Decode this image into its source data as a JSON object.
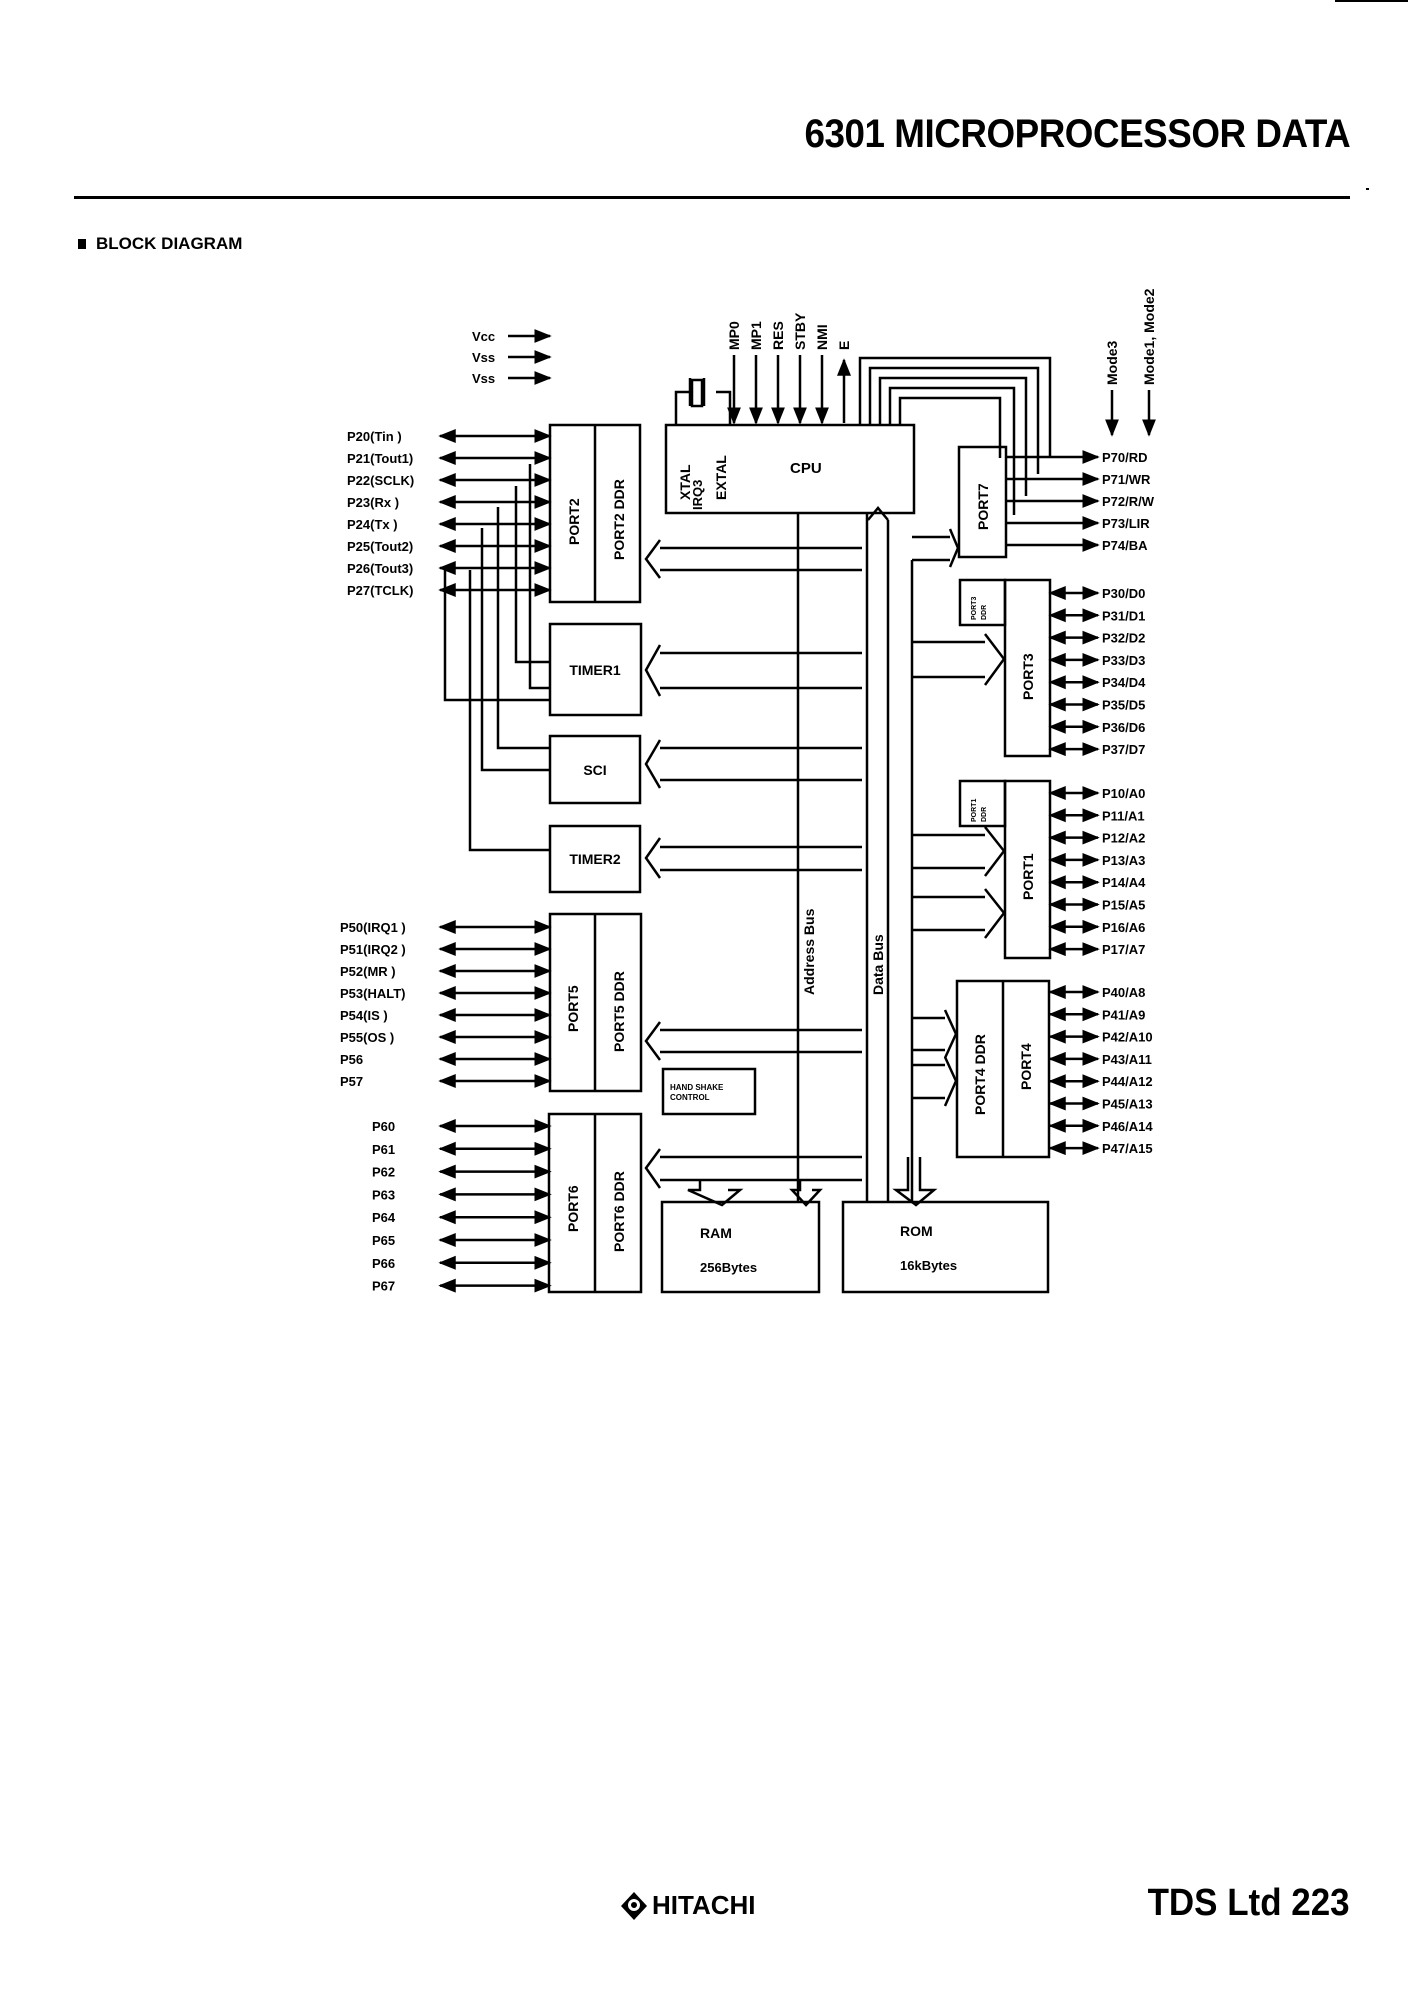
{
  "page": {
    "title": "6301 MICROPROCESSOR DATA",
    "section_heading": "BLOCK DIAGRAM",
    "footer_brand": "HITACHI",
    "footer_page": "TDS Ltd  223"
  },
  "diagram": {
    "power_pins": [
      "Vcc",
      "Vss",
      "Vss"
    ],
    "cpu": {
      "label": "CPU",
      "inner_labels": [
        "XTAL",
        "EXTAL",
        "IRQ3"
      ],
      "top_signals": [
        "MP0",
        "MP1",
        "RES",
        "STBY",
        "NMI",
        "E"
      ]
    },
    "blocks": {
      "port2": "PORT2",
      "port2_ddr": "PORT2 DDR",
      "timer1": "TIMER1",
      "sci": "SCI",
      "timer2": "TIMER2",
      "port5": "PORT5",
      "port5_ddr": "PORT5 DDR",
      "handshake": [
        "HAND SHAKE",
        "CONTROL"
      ],
      "port6": "PORT6",
      "port6_ddr": "PORT6 DDR",
      "ram": [
        "RAM",
        "256Bytes"
      ],
      "rom": [
        "ROM",
        "16kBytes"
      ],
      "port7": "PORT7",
      "port3": "PORT3",
      "port3_ddr": [
        "PORT3",
        "DDR"
      ],
      "port1": "PORT1",
      "port1_ddr": [
        "PORT1",
        "DDR"
      ],
      "port4_ddr": "PORT4 DDR",
      "port4": "PORT4"
    },
    "bus_labels": {
      "address": "Address Bus",
      "data": "Data Bus"
    },
    "mode_labels": {
      "mode3": "Mode3",
      "mode12": "Mode1, Mode2"
    },
    "port2_pins": [
      "P20(Tin   )",
      "P21(Tout1)",
      "P22(SCLK)",
      "P23(Rx    )",
      "P24(Tx    )",
      "P25(Tout2)",
      "P26(Tout3)",
      "P27(TCLK)"
    ],
    "port5_pins": [
      "P50(IRQ1  )",
      "P51(IRQ2  )",
      "P52(MR    )",
      "P53(HALT)",
      "P54(IS     )",
      "P55(OS    )",
      "P56",
      "P57"
    ],
    "port6_pins": [
      "P60",
      "P61",
      "P62",
      "P63",
      "P64",
      "P65",
      "P66",
      "P67"
    ],
    "port7_pins": [
      "P70/RD",
      "P71/WR",
      "P72/R/W",
      "P73/LIR",
      "P74/BA"
    ],
    "port3_pins": [
      "P30/D0",
      "P31/D1",
      "P32/D2",
      "P33/D3",
      "P34/D4",
      "P35/D5",
      "P36/D6",
      "P37/D7"
    ],
    "port1_pins": [
      "P10/A0",
      "P11/A1",
      "P12/A2",
      "P13/A3",
      "P14/A4",
      "P15/A5",
      "P16/A6",
      "P17/A7"
    ],
    "port4_pins": [
      "P40/A8",
      "P41/A9",
      "P42/A10",
      "P43/A11",
      "P44/A12",
      "P45/A13",
      "P46/A14",
      "P47/A15"
    ]
  }
}
